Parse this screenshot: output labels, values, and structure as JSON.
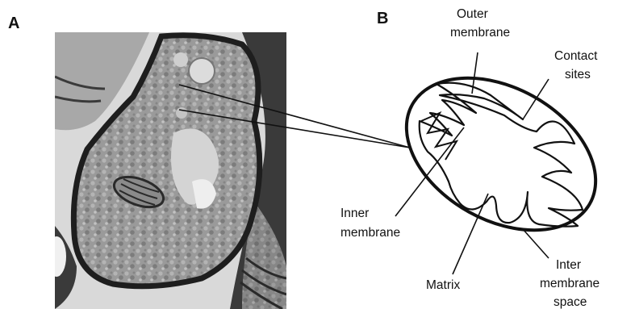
{
  "panels": {
    "a_letter": "A",
    "b_letter": "B"
  },
  "labels": {
    "outer_membrane": [
      "Outer",
      "membrane"
    ],
    "contact_sites": [
      "Contact",
      "sites"
    ],
    "inner_membrane": [
      "Inner",
      "membrane"
    ],
    "matrix": [
      "Matrix"
    ],
    "intermembrane_space": [
      "Inter",
      "membrane",
      "space"
    ]
  },
  "colors": {
    "micrograph_dark": "#2a2a2a",
    "micrograph_mid": "#8a8a8a",
    "micrograph_light": "#d6d6d6",
    "line": "#111111"
  }
}
